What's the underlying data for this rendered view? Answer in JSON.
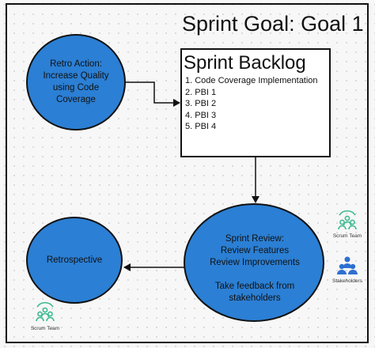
{
  "sprint_goal": "Sprint Goal: Goal 1",
  "retro_action": {
    "lines": [
      "Retro Action:",
      "Increase Quality",
      "using Code",
      "Coverage"
    ]
  },
  "sprint_backlog": {
    "heading": "Sprint Backlog",
    "items": [
      "1. Code Coverage Implementation",
      "2. PBI 1",
      "3. PBI 2",
      "4. PBI 3",
      "5. PBI 4"
    ]
  },
  "sprint_review": {
    "lines": [
      "Sprint Review:",
      "Review Features",
      "Review Improvements",
      "",
      "Take feedback from",
      "stakeholders"
    ]
  },
  "retrospective": {
    "label": "Retrospective"
  },
  "icons": {
    "scrum_team_right": {
      "name": "scrum-team-icon",
      "label": "Scrum Team",
      "color": "#3dbb8f"
    },
    "stakeholders": {
      "name": "stakeholders-icon",
      "label": "Stakeholders",
      "color": "#2e6fd1"
    },
    "scrum_team_left": {
      "name": "scrum-team-icon",
      "label": "Scrum Team",
      "color": "#3dbb8f"
    }
  },
  "colors": {
    "node_fill": "#2b7fd4",
    "stroke": "#111111"
  }
}
